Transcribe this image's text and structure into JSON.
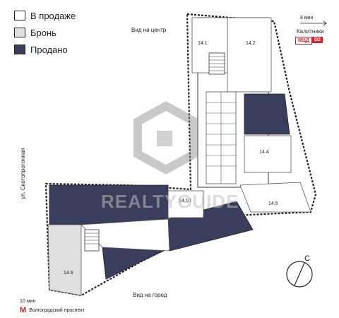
{
  "legend": {
    "items": [
      {
        "label": "В продаже",
        "color": "#ffffff"
      },
      {
        "label": "Бронь",
        "color": "#e0e0e0"
      },
      {
        "label": "Продано",
        "color": "#3a3d5c"
      }
    ]
  },
  "views": {
    "center": "Вид на центр",
    "city": "Вид на город"
  },
  "street": "ул. Скотопрогонная",
  "transport_top": {
    "time": "8 мин",
    "station": "Калитники",
    "badge_left": "МЦД",
    "badge_right": "D2",
    "badge_left_color": "#d6232a",
    "badge_right_color": "#d6232a"
  },
  "transport_bottom": {
    "time": "10 мин",
    "station": "Волгоградский проспект",
    "metro_icon": "metro-icon",
    "metro_color": "#c7222a"
  },
  "units": {
    "u141": "14.1",
    "u142": "14.2",
    "u144": "14.4",
    "u145": "14.5",
    "u148": "14.8",
    "u1410": "14.10"
  },
  "compass": {
    "label": "С"
  },
  "watermark": "REALTYGUIDE",
  "colors": {
    "sold": "#3a3d5c",
    "reserved": "#e0e0e0",
    "available": "#ffffff"
  }
}
